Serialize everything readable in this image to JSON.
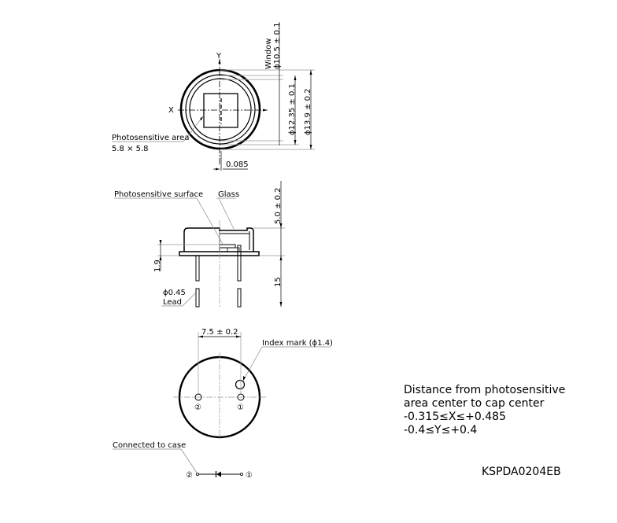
{
  "top_view": {
    "axis_y": "Y",
    "axis_x": "X",
    "window_label": "Window",
    "window_dim": "ϕ10.5 ± 0.1",
    "cap_inner_dim": "ϕ12.35 ± 0.1",
    "cap_outer_dim": "ϕ13.9 ± 0.2",
    "photosensitive_area_label": "Photosensitive area",
    "photosensitive_area_size": "5.8 × 5.8",
    "offset_dim": "0.085"
  },
  "side_view": {
    "photosensitive_surface_label": "Photosensitive surface",
    "glass_label": "Glass",
    "height_dim": "5.0 ± 0.2",
    "surface_height_dim": "1.9",
    "lead_length_dim": "15",
    "lead_diameter": "ϕ0.45",
    "lead_label": "Lead"
  },
  "bottom_view": {
    "pin_spacing_dim": "7.5 ± 0.2",
    "index_mark_label": "Index mark (ϕ1.4)",
    "pin1": "①",
    "pin2": "②",
    "connected_to_case_label": "Connected to case"
  },
  "notes": {
    "lines": [
      "Distance from photosensitive",
      "area center to cap center",
      "-0.315≤X≤+0.485",
      "-0.4≤Y≤+0.4"
    ],
    "drawing_code": "KSPDA0204EB"
  }
}
